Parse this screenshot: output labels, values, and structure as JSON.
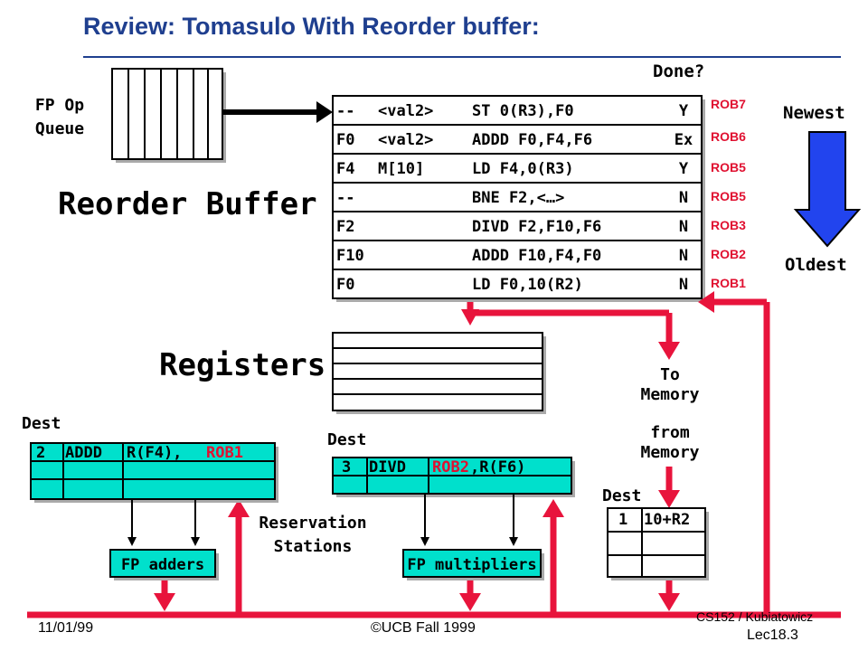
{
  "title": "Review: Tomasulo With Reorder buffer:",
  "fp_op_queue_label": "FP Op\nQueue",
  "done_label": "Done?",
  "reorder_buffer_label": "Reorder Buffer",
  "registers_label": "Registers",
  "newest_label": "Newest",
  "oldest_label": "Oldest",
  "rob_rows": [
    {
      "dest": "--",
      "value": "<val2>",
      "instr": "ST 0(R3),F0",
      "done": "Y",
      "tag": "ROB7"
    },
    {
      "dest": "F0",
      "value": "<val2>",
      "instr": "ADDD F0,F4,F6",
      "done": "Ex",
      "tag": "ROB6"
    },
    {
      "dest": "F4",
      "value": "M[10]",
      "instr": "LD F4,0(R3)",
      "done": "Y",
      "tag": "ROB5"
    },
    {
      "dest": "--",
      "value": "",
      "instr": "BNE F2,<…>",
      "done": "N",
      "tag": "ROB5"
    },
    {
      "dest": "F2",
      "value": "",
      "instr": "DIVD F2,F10,F6",
      "done": "N",
      "tag": "ROB3"
    },
    {
      "dest": "F10",
      "value": "",
      "instr": "ADDD F10,F4,F0",
      "done": "N",
      "tag": "ROB2"
    },
    {
      "dest": "F0",
      "value": "",
      "instr": "LD F0,10(R2)",
      "done": "N",
      "tag": "ROB1"
    }
  ],
  "to_memory_label": "To\nMemory",
  "from_memory_label": "from\nMemory",
  "dest_label": "Dest",
  "adders_station": {
    "num": "2",
    "op": "ADDD",
    "operand1": "R(F4),",
    "operand2": "ROB1"
  },
  "mult_station": {
    "num": "3",
    "op": "DIVD",
    "operand1": "ROB2",
    "operand2": ",R(F6)"
  },
  "load_buffer": {
    "num": "1",
    "addr": "10+R2"
  },
  "reservation_stations_label": "Reservation\nStations",
  "fp_adders_label": "FP adders",
  "fp_multipliers_label": "FP multipliers",
  "footer": {
    "date": "11/01/99",
    "copyright": "©UCB Fall 1999",
    "course": "CS152 / Kubiatowicz",
    "lecture": "Lec18.3"
  },
  "colors": {
    "title": "#1f3f8f",
    "accent_red": "#e8143c",
    "teal": "#00e0cc",
    "arrow_blue": "#2244ee"
  }
}
